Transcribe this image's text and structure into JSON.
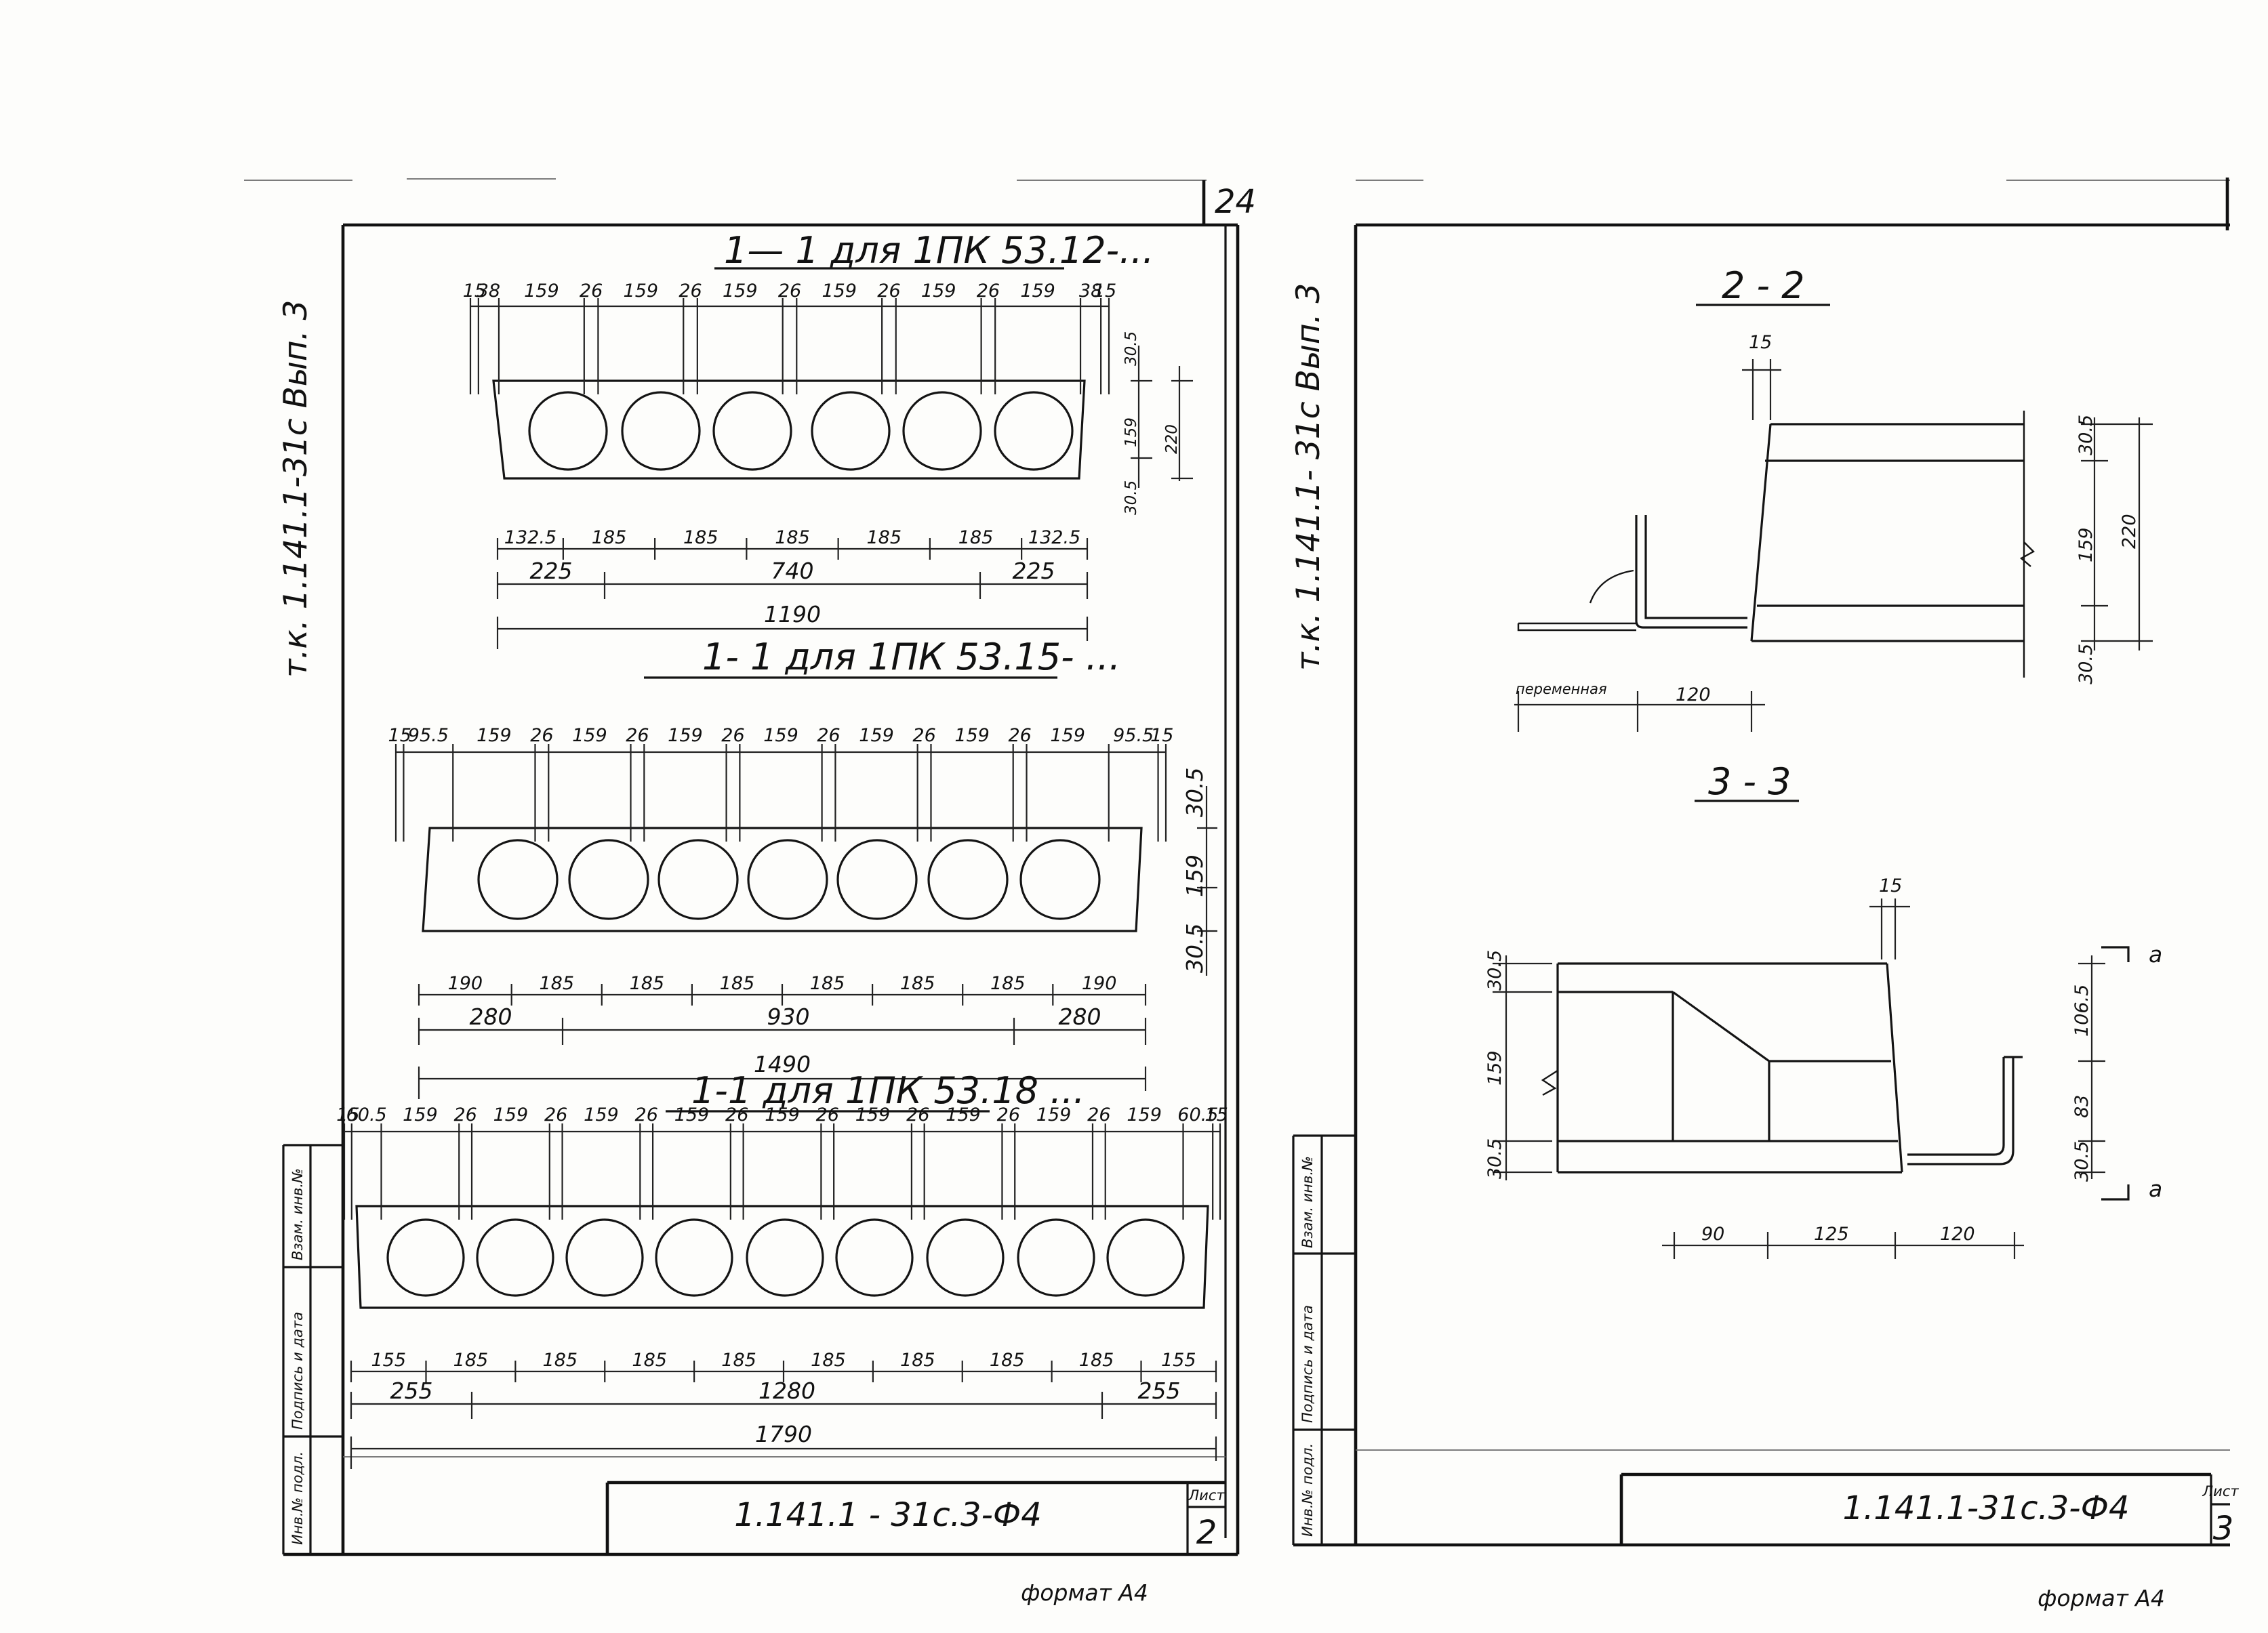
{
  "sheet_left": {
    "page_number": "24",
    "side_code": "т.к. 1.141.1-31с   Вып. 3",
    "sections": [
      {
        "title": "1— 1  для  1ПК 53.12-...",
        "top_dims": [
          "15",
          "38",
          "159",
          "26",
          "159",
          "26",
          "159",
          "26",
          "159",
          "26",
          "159",
          "26",
          "159",
          "38",
          "15"
        ],
        "side_dims": [
          "30.5",
          "159",
          "220",
          "30.5"
        ],
        "row1": [
          "132.5",
          "185",
          "185",
          "185",
          "185",
          "185",
          "132.5"
        ],
        "row2": [
          "225",
          "740",
          "225"
        ],
        "row3": "1190"
      },
      {
        "title": "1- 1  для  1ПК 53.15- ...",
        "top_dims": [
          "15",
          "95.5",
          "159",
          "26",
          "159",
          "26",
          "159",
          "26",
          "159",
          "26",
          "159",
          "26",
          "159",
          "26",
          "159",
          "95.5",
          "15"
        ],
        "side_dims": [
          "30.5",
          "159",
          "30.5"
        ],
        "row1": [
          "190",
          "185",
          "185",
          "185",
          "185",
          "185",
          "185",
          "190"
        ],
        "row2": [
          "280",
          "930",
          "280"
        ],
        "row3": "1490"
      },
      {
        "title": "1-1  для 1ПК 53.18 ...",
        "top_dims": [
          "15",
          "60.5",
          "159",
          "26",
          "159",
          "26",
          "159",
          "26",
          "159",
          "26",
          "159",
          "26",
          "159",
          "26",
          "159",
          "26",
          "159",
          "26",
          "159",
          "60.5",
          "15"
        ],
        "row1": [
          "155",
          "185",
          "185",
          "185",
          "185",
          "185",
          "185",
          "185",
          "185",
          "155"
        ],
        "row2": [
          "255",
          "1280",
          "255"
        ],
        "row3": "1790"
      }
    ],
    "stamp_labels": [
      "Инв.№ подл.",
      "Подпись и дата",
      "Взам. инв.№"
    ],
    "doc_code": "1.141.1 - 31с.3-Ф4",
    "sheet_label": "Лист",
    "sheet_no": "2",
    "format_label": "формат А4"
  },
  "sheet_right": {
    "side_code": "т.к. 1.141.1- 31с   Вып. 3",
    "section_22": {
      "title": "2 - 2",
      "top_dim": "15",
      "right_dims": [
        "30.5",
        "159",
        "220",
        "30.5"
      ],
      "bottom_label": "переменная",
      "bottom_dim": "120"
    },
    "section_33": {
      "title": "3 - 3",
      "top_dim": "15",
      "left_dims": [
        "30.5",
        "159",
        "30.5"
      ],
      "right_dims": [
        "106.5",
        "83",
        "30.5"
      ],
      "marker": "а",
      "bottom_dims": [
        "90",
        "125",
        "120"
      ]
    },
    "stamp_labels": [
      "Инв.№ подл.",
      "Подпись и дата",
      "Взам. инв.№"
    ],
    "doc_code": "1.141.1-31с.3-Ф4",
    "sheet_label": "Лист",
    "sheet_no": "3",
    "format_label": "формат А4"
  }
}
